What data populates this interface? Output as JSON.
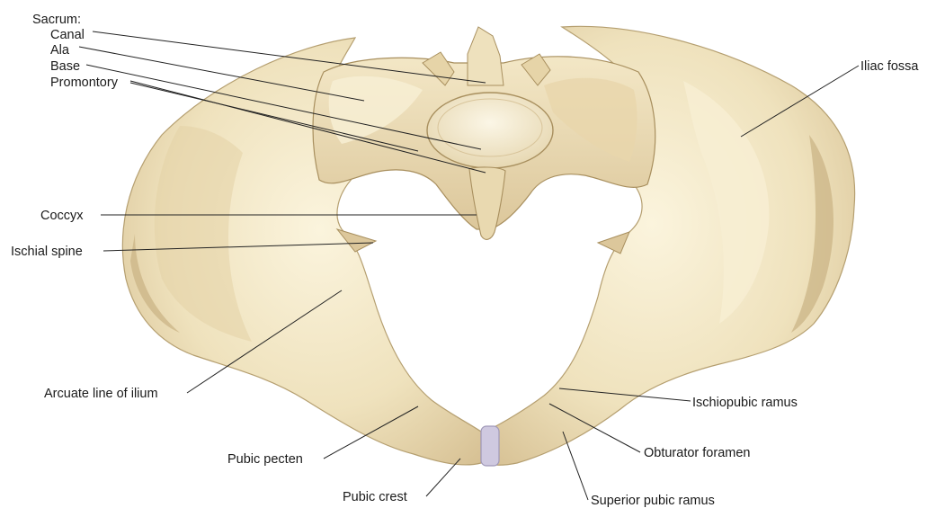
{
  "diagram": {
    "labels": {
      "sacrum": "Sacrum:",
      "canal": "Canal",
      "ala": "Ala",
      "base": "Base",
      "promontory": "Promontory",
      "coccyx": "Coccyx",
      "ischial_spine": "Ischial spine",
      "arcuate_line": "Arcuate line of ilium",
      "pubic_pecten": "Pubic pecten",
      "pubic_crest": "Pubic crest",
      "iliac_fossa": "Iliac fossa",
      "ischiopubic_ramus": "Ischiopubic ramus",
      "obturator_foramen": "Obturator foramen",
      "superior_pubic_ramus": "Superior pubic ramus"
    },
    "colors": {
      "bone_light": "#f6ecd0",
      "bone_mid": "#eadbb2",
      "bone_shadow": "#cbb58a",
      "bone_dark": "#a68f62",
      "symphysis_disc": "#cfc9e0",
      "leader_line": "#222222",
      "text": "#1a1a1a"
    }
  }
}
